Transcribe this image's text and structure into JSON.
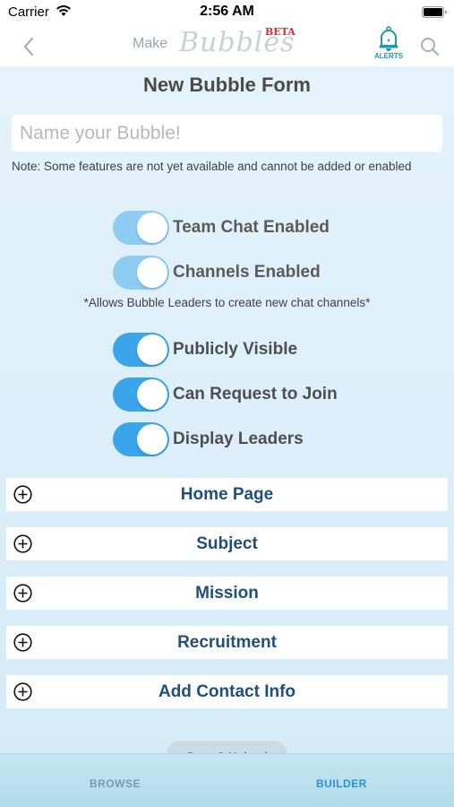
{
  "status_bar": {
    "carrier": "Carrier",
    "time": "2:56 AM"
  },
  "header": {
    "make_label": "Make",
    "logo_label": "Bubbles",
    "beta_label": "BETA",
    "alerts_label": "ALERTS"
  },
  "form": {
    "title": "New Bubble Form",
    "name_placeholder": "Name your Bubble!",
    "note": "Note: Some features are not yet available and cannot be added or enabled",
    "channels_note": "*Allows Bubble Leaders to create new chat channels*",
    "toggles": [
      {
        "label": "Team Chat Enabled",
        "state": "on-disabled"
      },
      {
        "label": "Channels Enabled",
        "state": "on-disabled"
      },
      {
        "label": "Publicly Visible",
        "state": "on"
      },
      {
        "label": "Can Request to Join",
        "state": "on"
      },
      {
        "label": "Display Leaders",
        "state": "on"
      }
    ],
    "sections": [
      {
        "label": "Home Page"
      },
      {
        "label": "Subject"
      },
      {
        "label": "Mission"
      },
      {
        "label": "Recruitment"
      },
      {
        "label": "Add Contact Info"
      }
    ],
    "save_label": "Save & Upload"
  },
  "tabs": {
    "browse": "BROWSE",
    "builder": "BUILDER"
  },
  "colors": {
    "accent": "#3aa5ea",
    "toggle_disabled": "#8ecdf3",
    "section_text": "#1f4f7a",
    "alerts": "#1c9aaa",
    "beta": "#d62b2b",
    "active_tab": "#2b90d9"
  }
}
